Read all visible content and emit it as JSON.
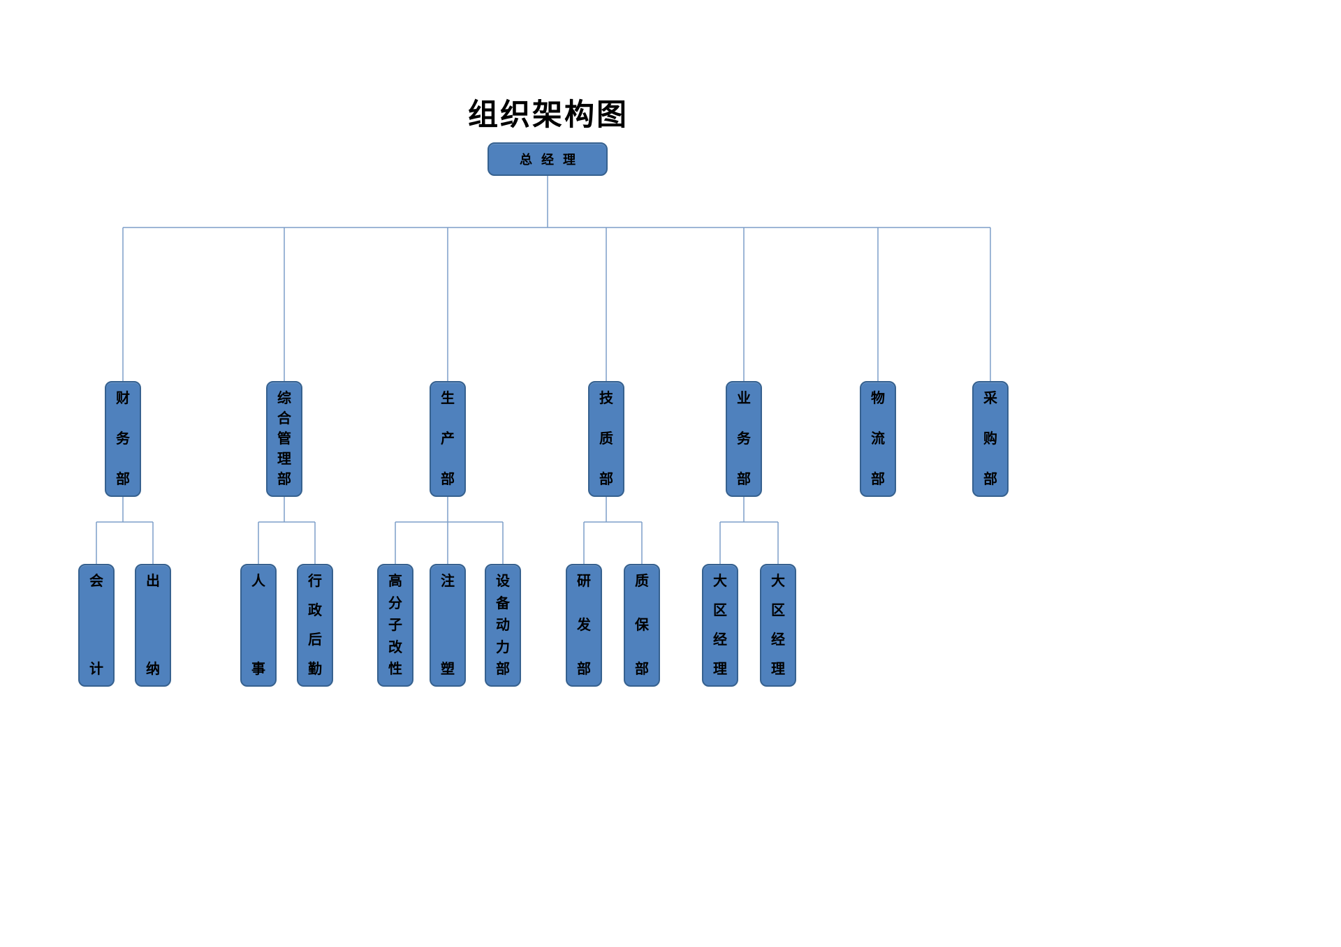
{
  "title": "组织架构图",
  "root": {
    "label": "总经理"
  },
  "departments": [
    {
      "name": "finance-dept",
      "label": "财务部",
      "children": [
        {
          "name": "accounting",
          "label": "会计"
        },
        {
          "name": "cashier",
          "label": "出纳"
        }
      ]
    },
    {
      "name": "general-management-dept",
      "label": "综合管理部",
      "children": [
        {
          "name": "hr",
          "label": "人事"
        },
        {
          "name": "admin-logistics",
          "label": "行政后勤"
        }
      ]
    },
    {
      "name": "production-dept",
      "label": "生产部",
      "children": [
        {
          "name": "polymer-modification",
          "label": "高分子改性"
        },
        {
          "name": "injection-molding",
          "label": "注塑"
        },
        {
          "name": "equipment-power-dept",
          "label": "设备动力部"
        }
      ]
    },
    {
      "name": "tech-quality-dept",
      "label": "技质部",
      "children": [
        {
          "name": "rnd-dept",
          "label": "研发部"
        },
        {
          "name": "qa-dept",
          "label": "质保部"
        }
      ]
    },
    {
      "name": "business-dept",
      "label": "业务部",
      "children": [
        {
          "name": "regional-manager-1",
          "label": "大区经理"
        },
        {
          "name": "regional-manager-2",
          "label": "大区经理"
        }
      ]
    },
    {
      "name": "logistics-dept",
      "label": "物流部",
      "children": []
    },
    {
      "name": "procurement-dept",
      "label": "采购部",
      "children": []
    }
  ],
  "colors": {
    "box-fill": "#4F81BD",
    "box-border": "#36618F",
    "line": "#7D9EC8",
    "text": "#000000",
    "background": "#FFFFFF"
  }
}
